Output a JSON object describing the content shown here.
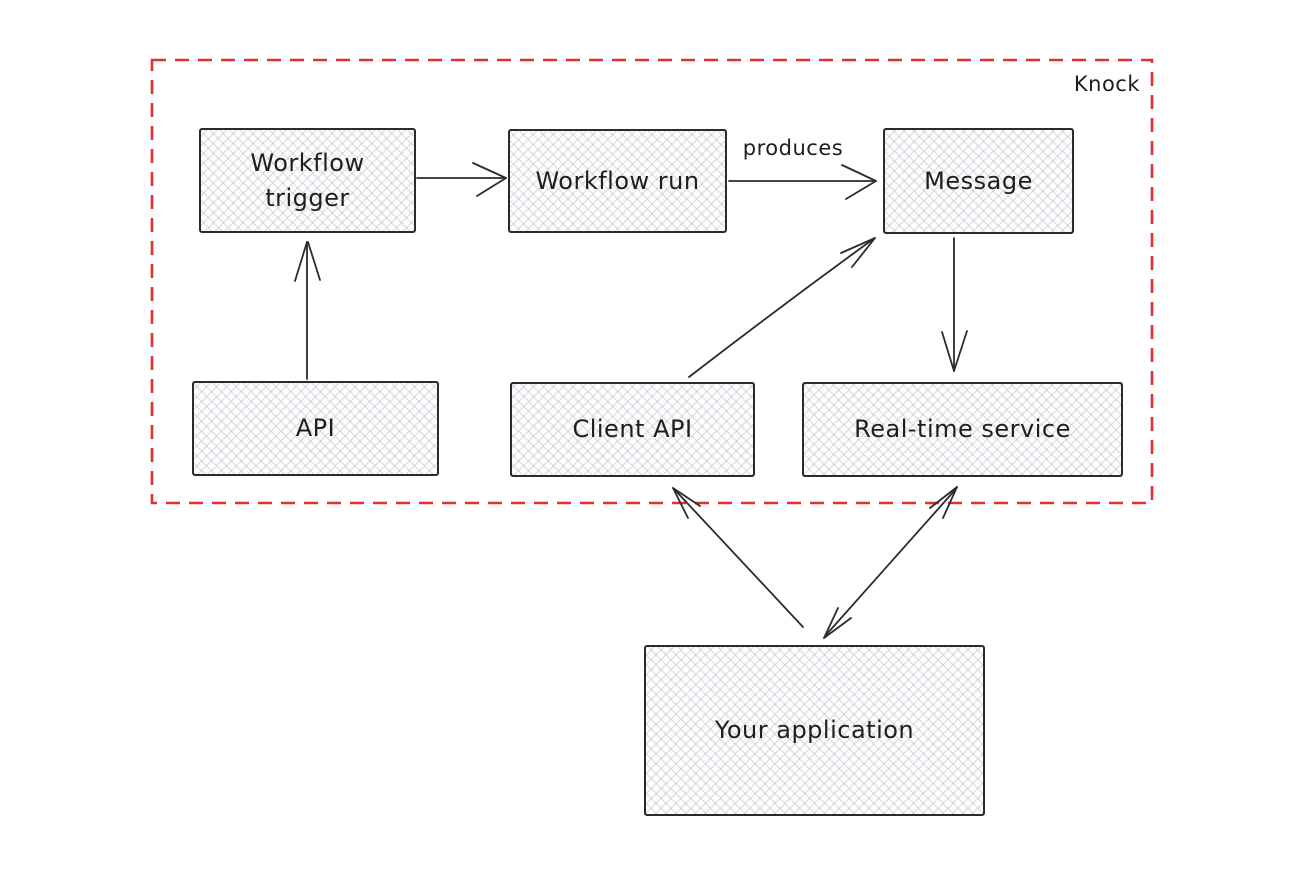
{
  "diagram": {
    "frame": {
      "label": "Knock",
      "border_color": "#e03131"
    },
    "nodes": {
      "workflow_trigger": {
        "label": "Workflow trigger"
      },
      "workflow_run": {
        "label": "Workflow run"
      },
      "message": {
        "label": "Message"
      },
      "api": {
        "label": "API"
      },
      "client_api": {
        "label": "Client API"
      },
      "realtime_service": {
        "label": "Real-time service"
      },
      "your_application": {
        "label": "Your application"
      }
    },
    "edges": [
      {
        "from": "workflow_trigger",
        "to": "workflow_run",
        "label": "",
        "arrowheads": "end"
      },
      {
        "from": "workflow_run",
        "to": "message",
        "label": "produces",
        "arrowheads": "end"
      },
      {
        "from": "api",
        "to": "workflow_trigger",
        "label": "",
        "arrowheads": "end"
      },
      {
        "from": "client_api",
        "to": "message",
        "label": "",
        "arrowheads": "end"
      },
      {
        "from": "message",
        "to": "realtime_service",
        "label": "",
        "arrowheads": "end"
      },
      {
        "from": "your_application",
        "to": "client_api",
        "label": "",
        "arrowheads": "end"
      },
      {
        "from": "your_application",
        "to": "realtime_service",
        "label": "",
        "arrowheads": "both"
      }
    ],
    "colors": {
      "frame": "#e03131",
      "stroke": "#2b2b2b",
      "hatch_fill": "#98a4b2",
      "background": "#ffffff"
    }
  }
}
